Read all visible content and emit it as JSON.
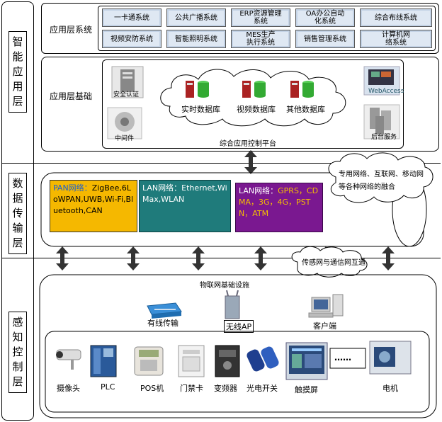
{
  "layers": {
    "application": "智能应用层",
    "transport": "数据传输层",
    "perception": "感知控制层"
  },
  "app_systems": {
    "title": "应用层系统",
    "items": [
      "一卡通系统",
      "公共广播系统",
      "ERP资源管理系统",
      "OA办公自动化系统",
      "综合布线系统",
      "视频安防系统",
      "智能照明系统",
      "MES生产执行系统",
      "销售管理系统",
      "计算机网络系统"
    ]
  },
  "app_base": {
    "title": "应用层基础",
    "left_icons": [
      "安全认证",
      "中间件"
    ],
    "right_icons": [
      "WebAccess",
      "后台服务"
    ],
    "databases": [
      "实时数据库",
      "视频数据库",
      "其他数据库"
    ],
    "platform": "综合应用控制平台"
  },
  "transport": {
    "cloud_note": "专用网络、互联网、移动网等各种网络的融合",
    "pan": {
      "prefix": "PAN网络：",
      "text": "ZigBee,6LoWPAN,UWB,Wi-Fi,Bluetooth,CAN"
    },
    "lan": {
      "prefix": "LAN网络：",
      "text": "Ethernet,WiMax,WLAN"
    },
    "wan": {
      "prefix": "LAN网络：",
      "text": "GPRS，CDMA，3G，4G，PSTN，ATM"
    },
    "fusion_note": "传感网与通信网互通"
  },
  "perception": {
    "title": "物联网基础设施",
    "infra": [
      "有线传输",
      "无线AP",
      "客户端"
    ],
    "devices": [
      "摄像头",
      "PLC",
      "POS机",
      "门禁卡",
      "变频器",
      "光电开关",
      "触摸屏",
      "电机"
    ],
    "ellipsis": "……"
  },
  "colors": {
    "pan": "#f4b400",
    "lan": "#1f7b7b",
    "wan": "#7a1890"
  }
}
